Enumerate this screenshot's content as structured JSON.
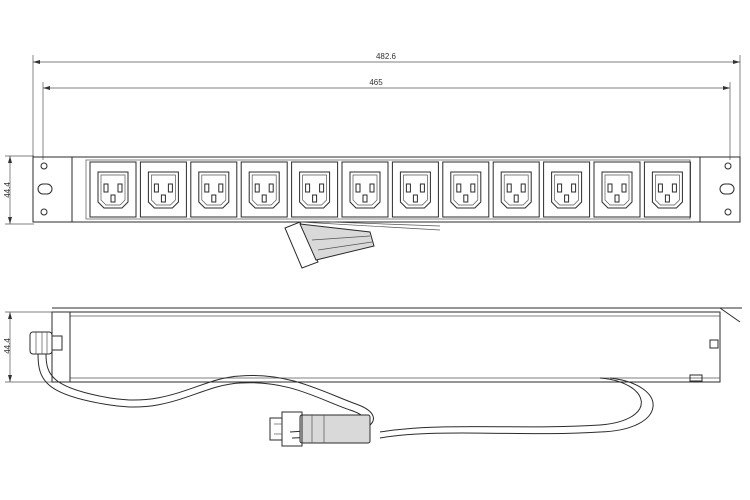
{
  "dimensions": {
    "overall_width": "482.6",
    "inner_width": "465",
    "height_front": "44.4",
    "height_side": "44.4"
  },
  "front_view": {
    "outlet_count": 12
  }
}
